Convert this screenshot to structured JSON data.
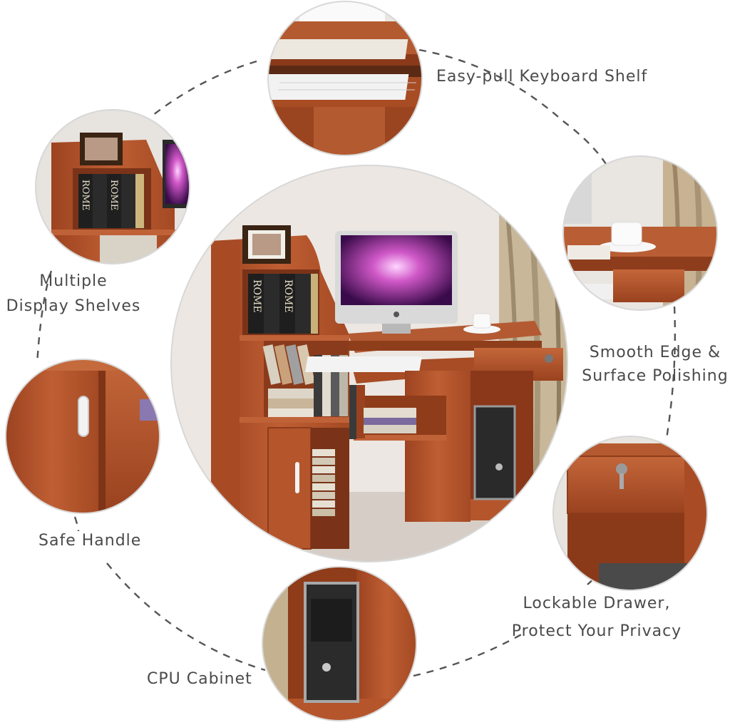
{
  "features": {
    "keyboard_shelf": "Easy-pull Keyboard Shelf",
    "display_shelves_line1": "Multiple",
    "display_shelves_line2": "Display Shelves",
    "smooth_edge_line1": "Smooth Edge &",
    "smooth_edge_line2": "Surface Polishing",
    "safe_handle": "Safe Handle",
    "lockable_line1": "Lockable Drawer,",
    "lockable_line2": "Protect Your Privacy",
    "cpu_cabinet": "CPU Cabinet"
  },
  "book_spine_text": "ROME",
  "colors": {
    "wood": "#b5552c",
    "wood_dark": "#8e3d1c",
    "wall": "#ece7e2",
    "label": "#4a4a4a",
    "dash": "#555555"
  }
}
